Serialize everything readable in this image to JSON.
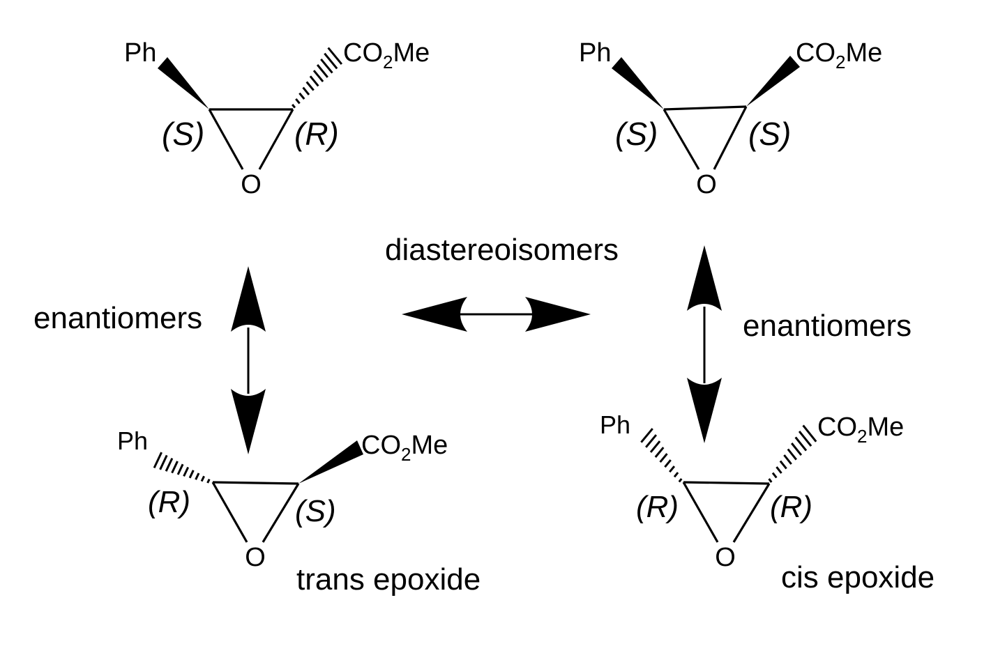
{
  "molecules": {
    "top_left": {
      "left_sub": "Ph",
      "right_sub_main": "CO",
      "right_sub_index": "2",
      "right_sub_tail": "Me",
      "oxygen": "O",
      "left_cfg": "(S)",
      "right_cfg": "(R)"
    },
    "top_right": {
      "left_sub": "Ph",
      "right_sub_main": "CO",
      "right_sub_index": "2",
      "right_sub_tail": "Me",
      "oxygen": "O",
      "left_cfg": "(S)",
      "right_cfg": "(S)"
    },
    "bottom_left": {
      "left_sub": "Ph",
      "right_sub_main": "CO",
      "right_sub_index": "2",
      "right_sub_tail": "Me",
      "oxygen": "O",
      "left_cfg": "(R)",
      "right_cfg": "(S)",
      "caption": "trans epoxide"
    },
    "bottom_right": {
      "left_sub": "Ph",
      "right_sub_main": "CO",
      "right_sub_index": "2",
      "right_sub_tail": "Me",
      "oxygen": "O",
      "left_cfg": "(R)",
      "right_cfg": "(R)",
      "caption": "cis epoxide"
    }
  },
  "relations": {
    "diastereoisomers": "diastereoisomers",
    "enantiomers_left": "enantiomers",
    "enantiomers_right": "enantiomers"
  }
}
